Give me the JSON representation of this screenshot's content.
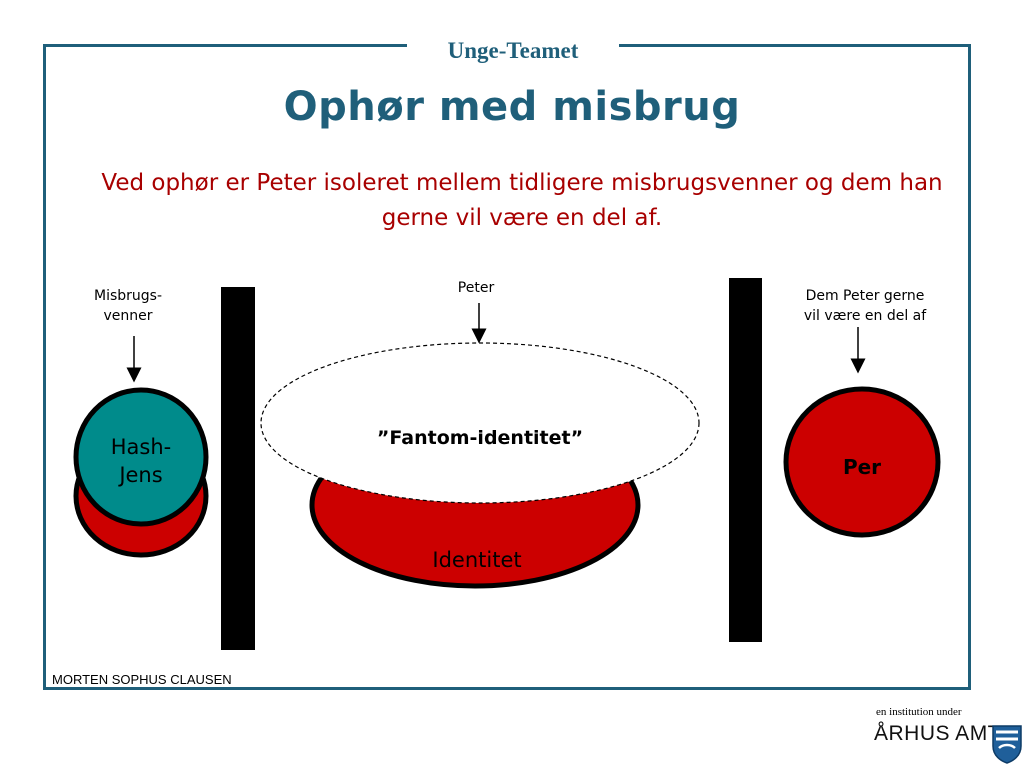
{
  "header": {
    "team_name": "Unge-Teamet",
    "title": "Ophør med misbrug",
    "subtitle": "Ved ophør er Peter isoleret mellem tidligere misbrugsvenner og dem han gerne vil være en del af."
  },
  "diagram": {
    "left_label": "Misbrugs-\nvenner",
    "center_label": "Peter",
    "right_label": "Dem  Peter gerne\nvil være en del af",
    "left_circle": "Hash-\nJens",
    "phantom_identity": "”Fantom-identitet”",
    "identity": "Identitet",
    "right_circle": "Per"
  },
  "footer": {
    "author": "MORTEN SOPHUS CLAUSEN",
    "institution_note": "en institution under",
    "institution": "ÅRHUS AMT"
  },
  "colors": {
    "frame": "#1f5f7a",
    "title": "#1f5f7a",
    "subtitle": "#a80000",
    "red_fill": "#cc0000",
    "teal_fill": "#008b8b"
  }
}
